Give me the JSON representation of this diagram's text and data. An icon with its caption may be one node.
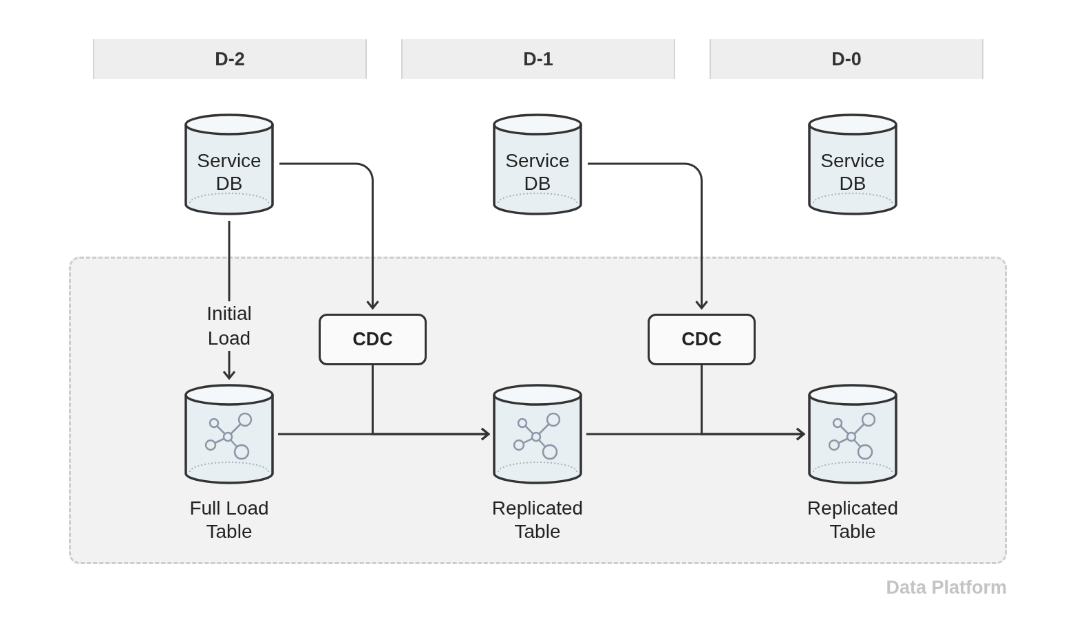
{
  "diagram": {
    "nodes": [
      {
        "text": [
          "D-2"
        ]
      },
      {
        "text": [
          "D-1"
        ]
      },
      {
        "text": [
          "D-0"
        ]
      },
      {
        "text": [
          "Data Platform"
        ]
      },
      {
        "text": [
          "Service DB"
        ]
      },
      {
        "text": [
          "Service DB"
        ]
      },
      {
        "text": [
          "Service DB"
        ]
      },
      {
        "text": [
          "CDC"
        ],
        "in": 3
      },
      {
        "text": [
          "CDC"
        ],
        "in": 3
      },
      {
        "text": [],
        "shape": "cylinder",
        "beside": [
          "Full Load Table"
        ],
        "in": 3
      },
      {
        "text": [],
        "shape": "cylinder",
        "beside": [
          "Replicated Table"
        ],
        "in": 3
      },
      {
        "text": [],
        "shape": "cylinder",
        "beside": [
          "Replicated Table"
        ],
        "in": 3
      }
    ],
    "edges": [
      {
        "from": 4,
        "to": 9,
        "arrow": "to",
        "label": "Initial Load"
      },
      {
        "from": 4,
        "to": 7,
        "arrow": "to"
      },
      {
        "from": 5,
        "to": 8,
        "arrow": "to"
      },
      {
        "from": 9,
        "to": 10,
        "arrow": "to"
      },
      {
        "from": 7,
        "to": 10,
        "arrow": "to"
      },
      {
        "from": 10,
        "to": 11,
        "arrow": "to"
      },
      {
        "from": 8,
        "to": 11,
        "arrow": "to"
      }
    ]
  }
}
